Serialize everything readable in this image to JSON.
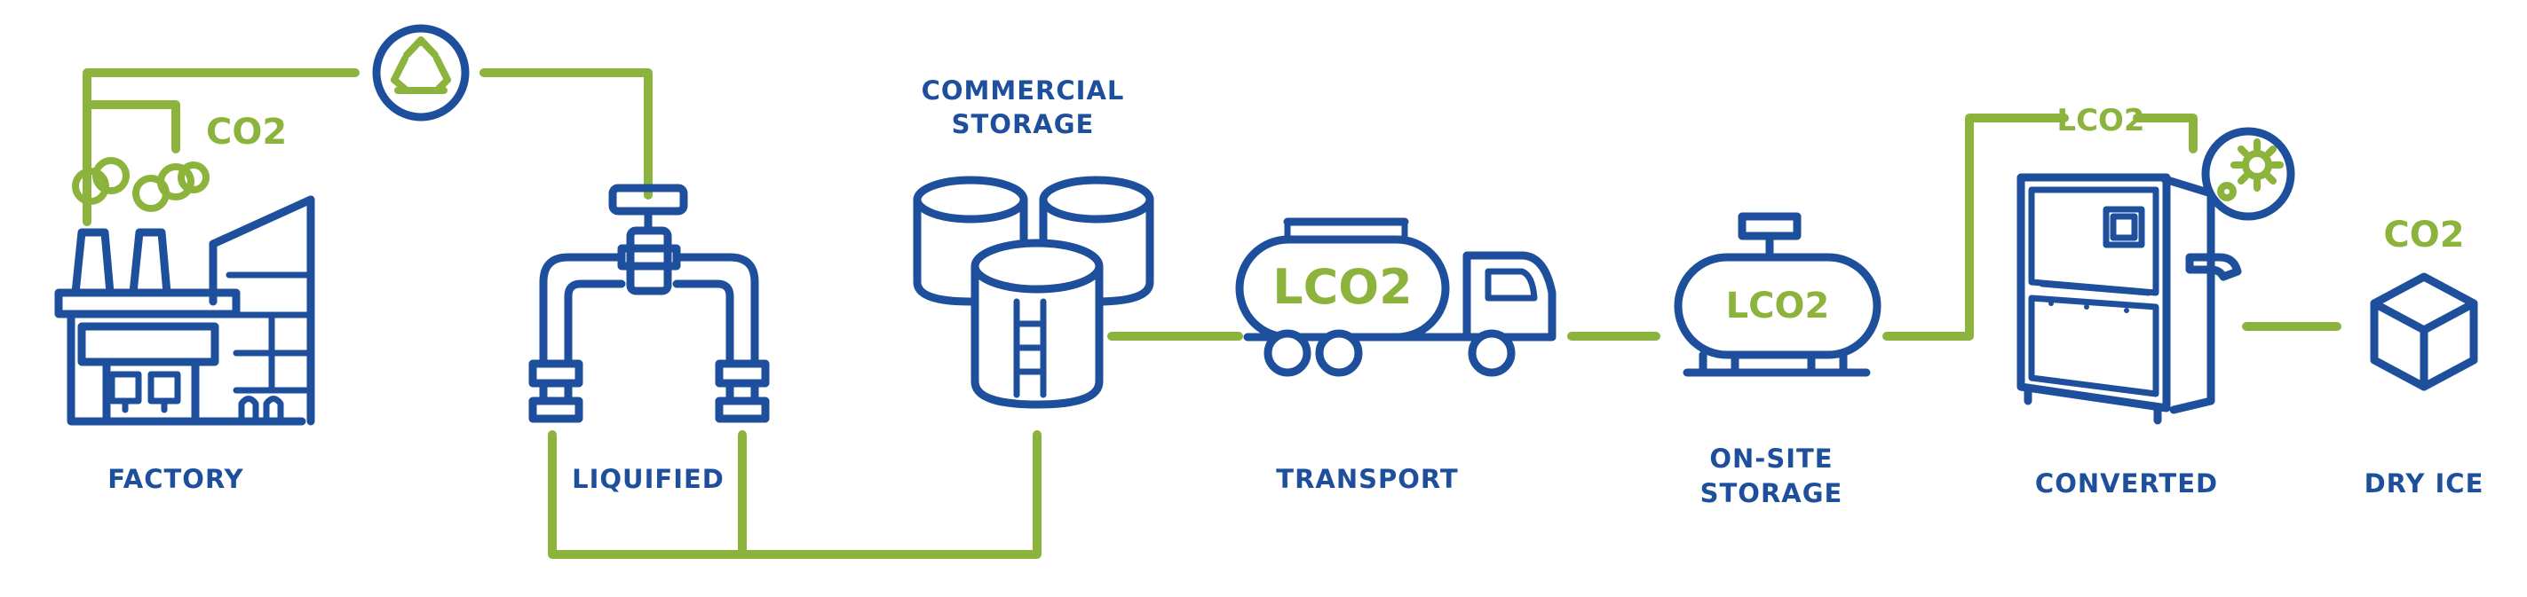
{
  "colors": {
    "primary_blue": "#1d4f9c",
    "accent_green": "#8cb43c"
  },
  "stages": [
    {
      "id": "factory",
      "label": "FACTORY",
      "icon": "factory-icon"
    },
    {
      "id": "liquified",
      "label": "LIQUIFIED",
      "icon": "valve-pipe-icon"
    },
    {
      "id": "commercial_storage",
      "label_line1": "COMMERCIAL",
      "label_line2": "STORAGE",
      "icon": "storage-tanks-icon"
    },
    {
      "id": "transport",
      "label": "TRANSPORT",
      "icon": "tanker-truck-icon"
    },
    {
      "id": "onsite_storage",
      "label_line1": "ON-SITE",
      "label_line2": "STORAGE",
      "icon": "onsite-tank-icon"
    },
    {
      "id": "converted",
      "label": "CONVERTED",
      "icon": "converter-machine-icon"
    },
    {
      "id": "dry_ice",
      "label": "DRY ICE",
      "icon": "cube-icon"
    }
  ],
  "chemistry": {
    "factory_emission": "CO2",
    "truck_tank": "LCO2",
    "onsite_tank": "LCO2",
    "converter_input": "LCO2",
    "dry_ice_output": "CO2"
  },
  "recycle_icon": "recycle-icon",
  "gears_icon": "gears-icon"
}
